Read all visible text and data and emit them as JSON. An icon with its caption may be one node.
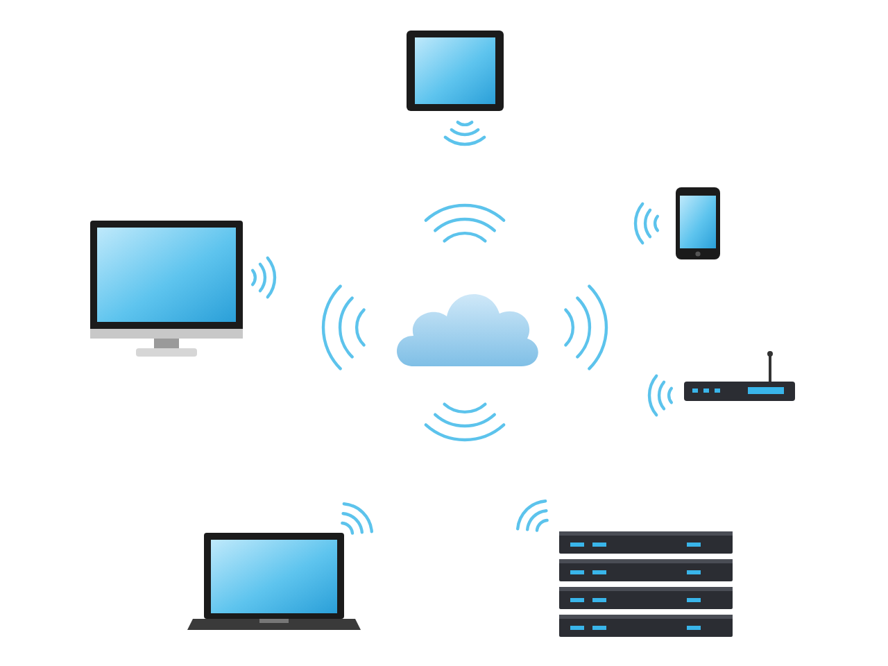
{
  "diagram": {
    "nodes": [
      {
        "text": [],
        "shape": "tablet"
      },
      {
        "text": [],
        "shape": "phone"
      },
      {
        "text": [],
        "shape": "monitor"
      },
      {
        "text": [],
        "shape": "cloud"
      },
      {
        "text": [],
        "shape": "router"
      },
      {
        "text": [],
        "shape": "laptop"
      },
      {
        "text": [],
        "shape": "server"
      }
    ]
  }
}
